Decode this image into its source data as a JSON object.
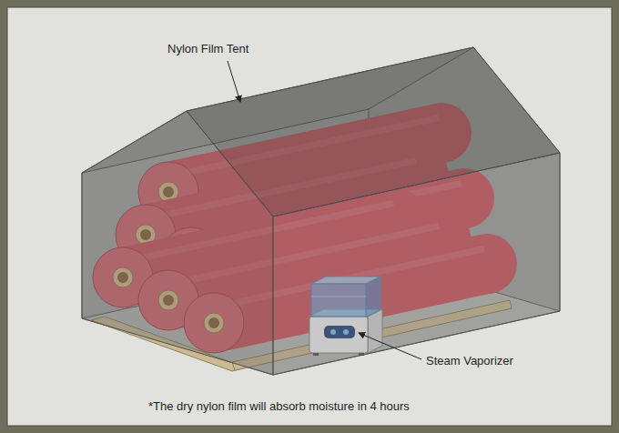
{
  "diagram": {
    "labels": [
      "Nylon Film Tent",
      "Steam Vaporizer",
      "*The dry nylon film will absorb moisture in 4 hours"
    ]
  }
}
